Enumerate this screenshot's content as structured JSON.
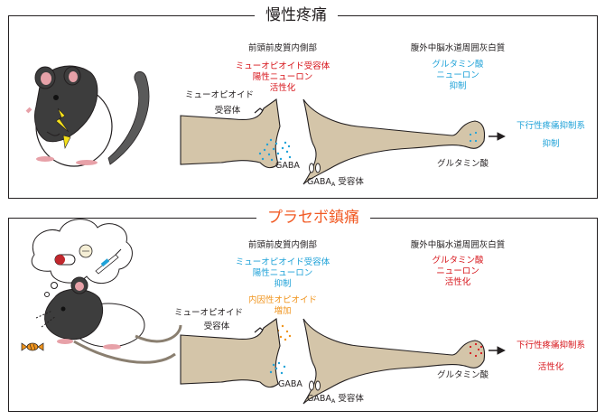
{
  "top_panel": {
    "title": "慢性疼痛",
    "mpfc_label": "前頭前皮質内側部",
    "mpfc_lines": [
      "ミューオピオイド受容体",
      "陽性ニューロン",
      "活性化"
    ],
    "pag_label": "腹外中脳水道周囲灰白質",
    "pag_lines": [
      "グルタミン酸",
      "ニューロン",
      "抑制"
    ],
    "receptor_label": [
      "ミューオピオイド",
      "受容体"
    ],
    "gaba": "GABA",
    "gaba_receptor": {
      "main": "GABA",
      "sub": "A",
      "rest": " 受容体"
    },
    "glutamate": "グルタミン酸",
    "descending": "下行性疼痛抑制系",
    "descending_state": "抑制"
  },
  "bottom_panel": {
    "title": "プラセボ鎮痛",
    "mpfc_label": "前頭前皮質内側部",
    "mpfc_lines": [
      "ミューオピオイド受容体",
      "陽性ニューロン",
      "抑制"
    ],
    "endogenous_lines": [
      "内因性オピオイド",
      "増加"
    ],
    "pag_label": "腹外中脳水道周囲灰白質",
    "pag_lines": [
      "グルタミン酸",
      "ニューロン",
      "活性化"
    ],
    "receptor_label": [
      "ミューオピオイド",
      "受容体"
    ],
    "gaba": "GABA",
    "gaba_receptor": {
      "main": "GABA",
      "sub": "A",
      "rest": " 受容体"
    },
    "glutamate": "グルタミン酸",
    "descending": "下行性疼痛抑制系",
    "descending_state": "活性化"
  },
  "colors": {
    "activation": "#d7141a",
    "inhibition": "#1fa2d8",
    "opioid": "#f0941d",
    "placebo_title": "#f15a24",
    "neuron_fill": "#d4c5a9"
  }
}
